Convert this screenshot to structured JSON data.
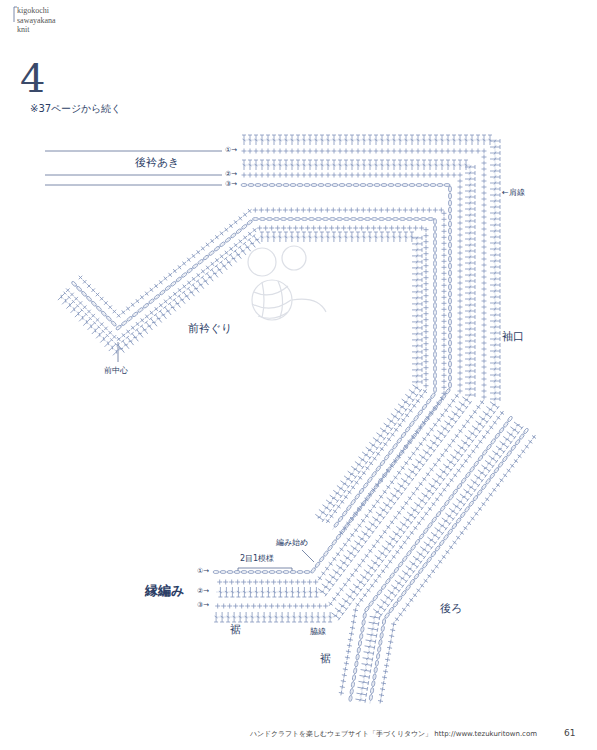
{
  "diagram": {
    "title": "4",
    "labels": [
      "kigokochi sawayakana knit",
      "※37ページから続く",
      "①→",
      "②→",
      "③→",
      "後衿あき",
      "←肩線",
      "前衿ぐり",
      "前中心",
      "袖口",
      "編み始め",
      "2目1模様",
      "縁編み",
      "①→",
      "②→",
      "③→",
      "裾",
      "脇線",
      "後ろ",
      "裾",
      "ハンドクラフトを楽しむウェブサイト「手づくりタウン」 http://www.tezukuritown.com",
      "61"
    ]
  }
}
